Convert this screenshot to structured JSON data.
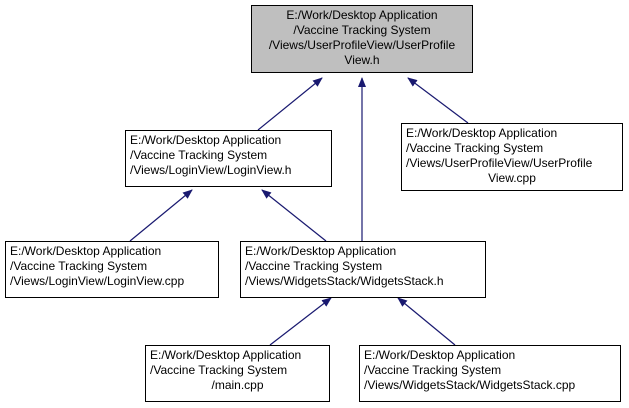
{
  "colors": {
    "root_fill": "#bfbfbf",
    "node_fill": "#ffffff",
    "edge": "#191970",
    "border": "#000000"
  },
  "nodes": {
    "user_profile_view_h": {
      "lines": [
        "E:/Work/Desktop Application",
        "/Vaccine Tracking System",
        "/Views/UserProfileView/UserProfile",
        "View.h"
      ]
    },
    "login_view_h": {
      "lines": [
        "E:/Work/Desktop Application",
        "/Vaccine Tracking System",
        "/Views/LoginView/LoginView.h"
      ]
    },
    "user_profile_view_cpp": {
      "lines": [
        "E:/Work/Desktop Application",
        "/Vaccine Tracking System",
        "/Views/UserProfileView/UserProfile",
        "View.cpp"
      ]
    },
    "login_view_cpp": {
      "lines": [
        "E:/Work/Desktop Application",
        "/Vaccine Tracking System",
        "/Views/LoginView/LoginView.cpp"
      ]
    },
    "widgets_stack_h": {
      "lines": [
        "E:/Work/Desktop Application",
        "/Vaccine Tracking System",
        "/Views/WidgetsStack/WidgetsStack.h"
      ]
    },
    "main_cpp": {
      "lines": [
        "E:/Work/Desktop Application",
        "/Vaccine Tracking System",
        "/main.cpp"
      ]
    },
    "widgets_stack_cpp": {
      "lines": [
        "E:/Work/Desktop Application",
        "/Vaccine Tracking System",
        "/Views/WidgetsStack/WidgetsStack.cpp"
      ]
    }
  }
}
